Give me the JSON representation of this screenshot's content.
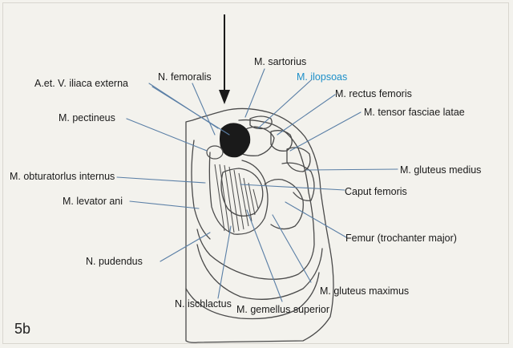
{
  "figure_label": "5b",
  "colors": {
    "accent_label": "#1c8fc9",
    "leader_line": "#5a7fa6",
    "sketch": "#4a4a4a",
    "dark_structure": "#1a1a1a"
  },
  "labels": {
    "sartorius": "M. sartorius",
    "femoralis": "N. femoralis",
    "iliaca": "A.et. V. iliaca externa",
    "ilopsoas": "M. ilopsoas",
    "rectus": "M. rectus femoris",
    "tensor": "M. tensor fasciae latae",
    "pectineus": "M. pectineus",
    "obturator": "M. obturatorlus internus",
    "gluteus_medius": "M. gluteus medius",
    "caput": "Caput femoris",
    "levator": "M. levator ani",
    "femur": "Femur (trochanter major)",
    "pudendus": "N. pudendus",
    "gluteus_maximus": "M. gluteus maximus",
    "ischiadicus": "N. ischlactus",
    "gemellus": "M. gemellus superior"
  }
}
